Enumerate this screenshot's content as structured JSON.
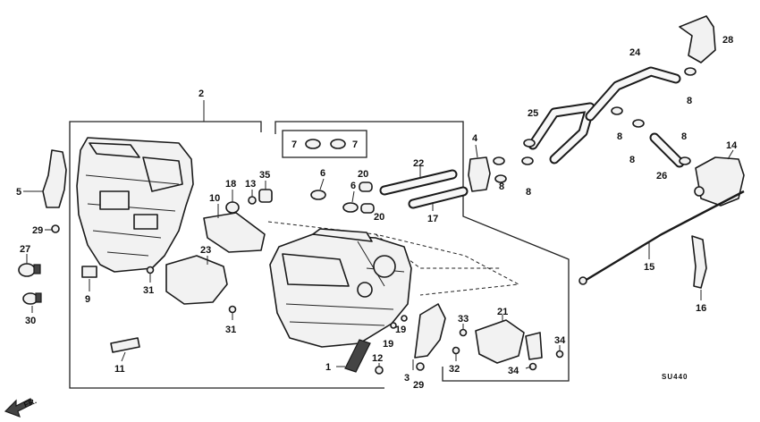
{
  "labels": {
    "l1": "1",
    "l2": "2",
    "l3": "3",
    "l4": "4",
    "l5": "5",
    "l6a": "6",
    "l6b": "6",
    "l7a": "7",
    "l7b": "7",
    "l8a": "8",
    "l8b": "8",
    "l8c": "8",
    "l8d": "8",
    "l8e": "8",
    "l8f": "8",
    "l9": "9",
    "l10": "10",
    "l11": "11",
    "l12": "12",
    "l13": "13",
    "l14": "14",
    "l15": "15",
    "l16": "16",
    "l17": "17",
    "l18": "18",
    "l19a": "19",
    "l19b": "19",
    "l20a": "20",
    "l20b": "20",
    "l21": "21",
    "l22": "22",
    "l23": "23",
    "l24": "24",
    "l25": "25",
    "l26": "26",
    "l27": "27",
    "l28": "28",
    "l29a": "29",
    "l29b": "29",
    "l30": "30",
    "l31a": "31",
    "l31b": "31",
    "l32": "32",
    "l33": "33",
    "l34a": "34",
    "l34b": "34",
    "l35": "35"
  },
  "diagram_code": "SU440",
  "direction_label": "FR."
}
